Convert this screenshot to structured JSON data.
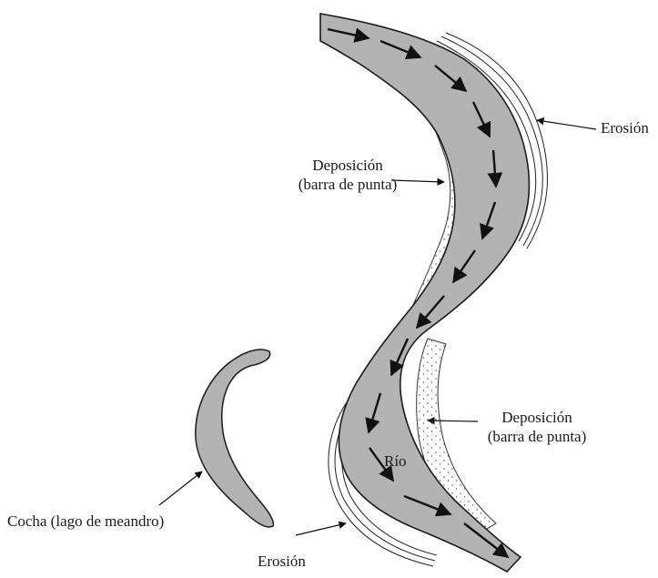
{
  "labels": {
    "erosion_top": "Erosión",
    "erosion_bottom": "Erosión",
    "deposition_left_line1": "Deposición",
    "deposition_left_line2": "(barra de punta)",
    "deposition_right_line1": "Deposición",
    "deposition_right_line2": "(barra de punta)",
    "river": "Río",
    "oxbow": "Cocha (lago de meandro)"
  },
  "colors": {
    "water": "#b3b3b3",
    "outline": "#1a1a1a",
    "sand_dots": "#555555"
  }
}
